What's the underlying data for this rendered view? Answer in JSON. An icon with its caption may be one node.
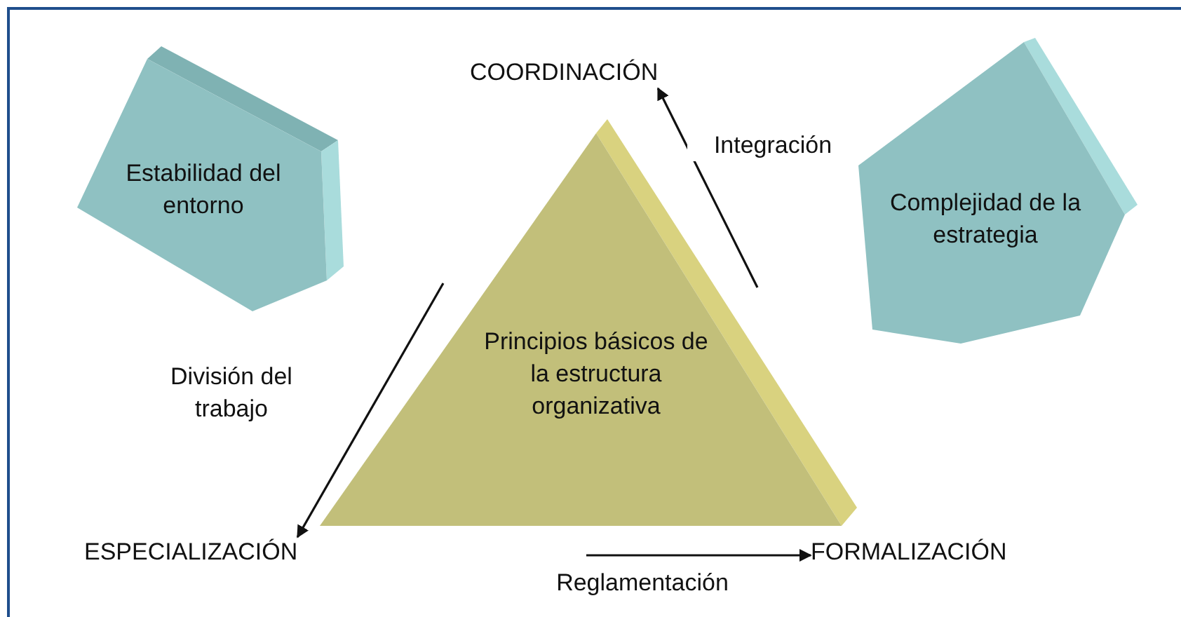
{
  "diagram": {
    "nodes": [
      {
        "text": [
          "Estabilidad del entorno"
        ]
      },
      {
        "text": [
          "COORDINACIÓN"
        ]
      },
      {
        "text": [
          "Complejidad de la estrategia"
        ]
      },
      {
        "text": [
          "Principios básicos de la estructura organizativa"
        ]
      },
      {
        "text": [
          "ESPECIALIZACIÓN"
        ]
      },
      {
        "text": [
          "FORMALIZACIÓN"
        ]
      }
    ],
    "edges": [
      {
        "from": null,
        "to": 1,
        "arrow": "to",
        "label": "Integración"
      },
      {
        "from": null,
        "to": 4,
        "arrow": "to",
        "label": "División del trabajo"
      },
      {
        "from": null,
        "to": 5,
        "arrow": "to",
        "label": "Reglamentación"
      }
    ]
  }
}
